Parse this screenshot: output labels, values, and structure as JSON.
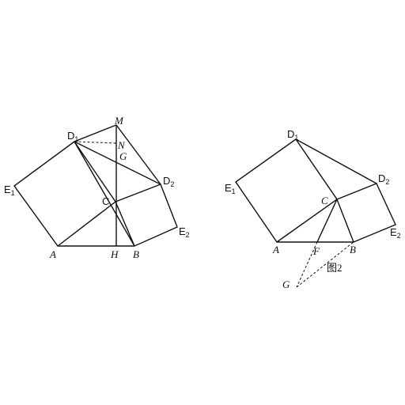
{
  "figure1": {
    "labels": {
      "M": "M",
      "D1": "D",
      "N": "N",
      "G": "G",
      "E1": "E",
      "C": "C",
      "D2": "D",
      "E2": "E",
      "A": "A",
      "H": "H",
      "B": "B"
    },
    "subscripts": {
      "D1": "1",
      "E1": "1",
      "D2": "2",
      "E2": "2"
    }
  },
  "figure2": {
    "labels": {
      "D1": "D",
      "E1": "E",
      "C": "C",
      "D2": "D",
      "E2": "E",
      "A": "A",
      "F": "F",
      "B": "B",
      "G": "G"
    },
    "subscripts": {
      "D1": "1",
      "E1": "1",
      "D2": "2",
      "E2": "2"
    },
    "caption": "图2"
  }
}
